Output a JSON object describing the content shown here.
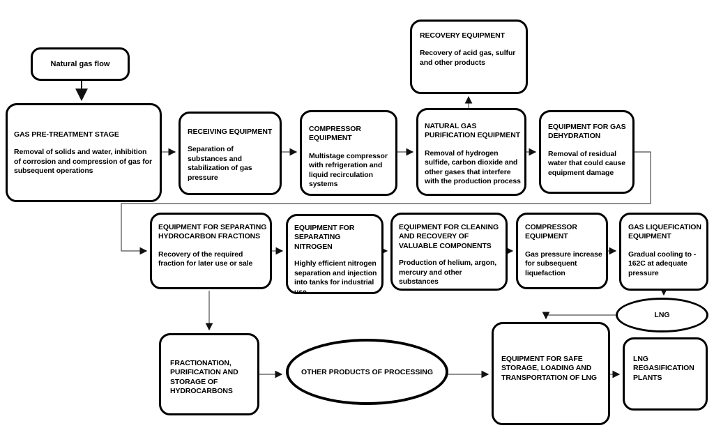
{
  "colors": {
    "box_border": "#000000",
    "connector": "#4d4d4d",
    "background": "#ffffff",
    "text": "#000000"
  },
  "nodes": {
    "natural_gas_flow": {
      "label": "Natural gas flow"
    },
    "pretreatment": {
      "title": "GAS PRE-TREATMENT STAGE",
      "body": "Removal of solids and water, inhibition of corrosion and compression of gas for subsequent operations"
    },
    "receiving": {
      "title": "RECEIVING EQUIPMENT",
      "body": "Separation of substances and stabilization of gas pressure"
    },
    "compressor1": {
      "title": "COMPRESSOR EQUIPMENT",
      "body": "Multistage compressor with refrigeration and liquid recirculation systems"
    },
    "purification": {
      "title": "NATURAL GAS PURIFICATION EQUIPMENT",
      "body": "Removal of hydrogen sulfide, carbon dioxide and other gases that interfere with the production process"
    },
    "recovery": {
      "title": "RECOVERY EQUIPMENT",
      "body": "Recovery of acid gas, sulfur and other products"
    },
    "dehydration": {
      "title": "EQUIPMENT FOR GAS DEHYDRATION",
      "body": "Removal of residual water that could cause equipment damage"
    },
    "hydrocarbon_fractions": {
      "title": "EQUIPMENT FOR SEPARATING HYDROCARBON FRACTIONS",
      "body": "Recovery of the required fraction for later use or sale"
    },
    "nitrogen": {
      "title": "EQUIPMENT FOR SEPARATING NITROGEN",
      "body": "Highly efficient nitrogen separation and injection into tanks for industrial use"
    },
    "cleaning": {
      "title": "EQUIPMENT FOR CLEANING AND RECOVERY OF VALUABLE COMPONENTS",
      "body": "Production of helium, argon, mercury and other substances"
    },
    "compressor2": {
      "title": "COMPRESSOR EQUIPMENT",
      "body": "Gas pressure increase for subsequent liquefaction"
    },
    "liquefication": {
      "title": "GAS LIQUEFICATION EQUIPMENT",
      "body": "Gradual cooling to - 162C at adequate pressure"
    },
    "fractionation": {
      "title": "FRACTIONATION, PURIFICATION AND STORAGE OF HYDROCARBONS"
    },
    "other_products": {
      "label": "OTHER PRODUCTS OF PROCESSING"
    },
    "safe_storage": {
      "title": "EQUIPMENT FOR SAFE STORAGE, LOADING AND TRANSPORTATION OF LNG"
    },
    "lng": {
      "label": "LNG"
    },
    "regasification": {
      "title": "LNG REGASIFICATION PLANTS"
    }
  }
}
